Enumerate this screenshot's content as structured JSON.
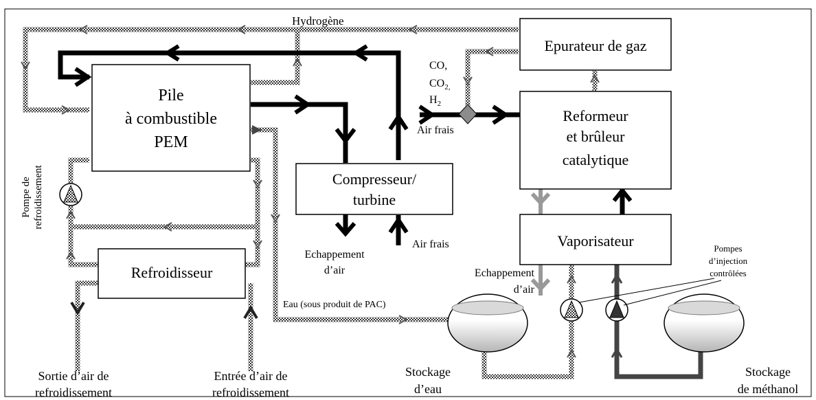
{
  "hydrogen_label": "Hydrogène",
  "fuel_cell": {
    "line1": "Pile",
    "line2": "à combustible",
    "line3": "PEM"
  },
  "compressor": {
    "line1": "Compresseur/",
    "line2": "turbine"
  },
  "gas_cleaner": "Epurateur de gaz",
  "reformer": {
    "line1": "Reformeur",
    "line2": "et brûleur",
    "line3": "catalytique"
  },
  "vaporizer": "Vaporisateur",
  "cooler": "Refroidisseur",
  "gas_mix": {
    "line1": "CO,",
    "line2_main": "CO",
    "line2_sub": "2,",
    "line3_main": "H",
    "line3_sub": "2"
  },
  "fresh_air_top": "Air frais",
  "fresh_air_bottom": "Air frais",
  "exhaust_left": {
    "line1": "Echappement",
    "line2": "d’air"
  },
  "exhaust_right": {
    "line1": "Echappement",
    "line2": "d’air"
  },
  "cooling_pump": {
    "line1": "Pompe de",
    "line2": "refroidissement"
  },
  "injection_pumps": {
    "line1": "Pompes",
    "line2": "d’injection",
    "line3": "contrôlées"
  },
  "water_label": "Eau (sous produit  de PAC)",
  "water_storage": {
    "line1": "Stockage",
    "line2": "d’eau"
  },
  "methanol_storage": {
    "line1": "Stockage",
    "line2": "de méthanol"
  },
  "cooling_out": {
    "line1": "Sortie d’air de",
    "line2": "refroidissement"
  },
  "cooling_in": {
    "line1": "Entrée d’air de",
    "line2": "refroidissement"
  }
}
